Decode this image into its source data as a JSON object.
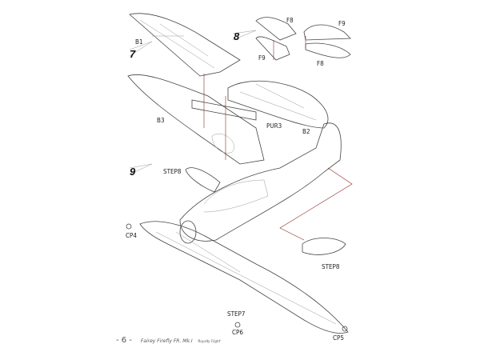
{
  "steps": [
    "7",
    "8",
    "9"
  ],
  "labels": {
    "b1": "B1",
    "b2": "B2",
    "b3": "B3",
    "f8a": "F8",
    "f9a": "F9",
    "f9b": "F9",
    "f8b": "F8",
    "pur3": "PUR3",
    "step8a": "STEP8",
    "step8b": "STEP8",
    "step7": "STEP7",
    "cp4": "CP4",
    "cp5": "CP5",
    "cp6": "CP6"
  },
  "footer": {
    "page": "- 6 -",
    "title": "Fairey Firefly FR. Mk.I",
    "subtitle": "'Royalty Flight'"
  },
  "colors": {
    "guide": "#8b2b2b",
    "line": "#444444"
  }
}
